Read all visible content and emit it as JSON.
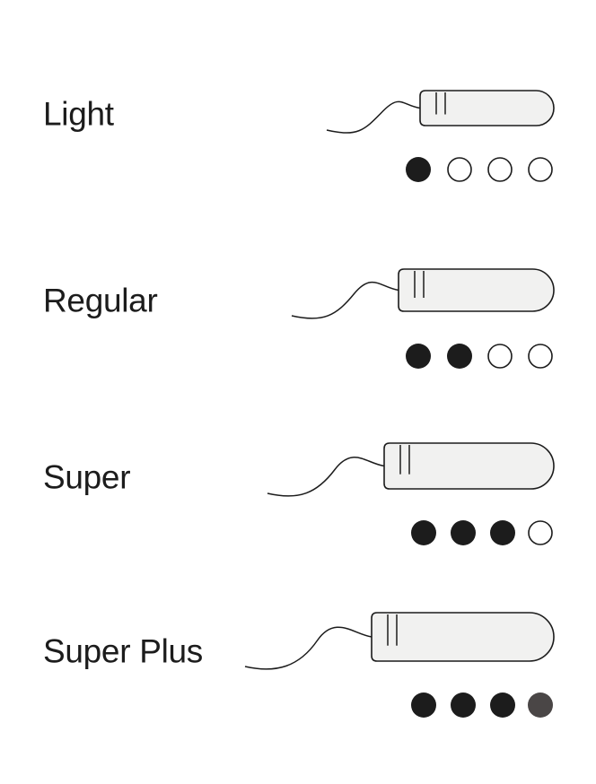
{
  "rows": [
    {
      "label": "Light",
      "level": 1,
      "max": 4
    },
    {
      "label": "Regular",
      "level": 2,
      "max": 4
    },
    {
      "label": "Super",
      "level": 3,
      "max": 4
    },
    {
      "label": "Super Plus",
      "level": 4,
      "max": 4
    }
  ],
  "colors": {
    "stroke": "#1c1c1c",
    "body_fill": "#f1f1f0",
    "dot_filled": "#1c1c1c",
    "dot_last_superplus": "#4a4646"
  }
}
